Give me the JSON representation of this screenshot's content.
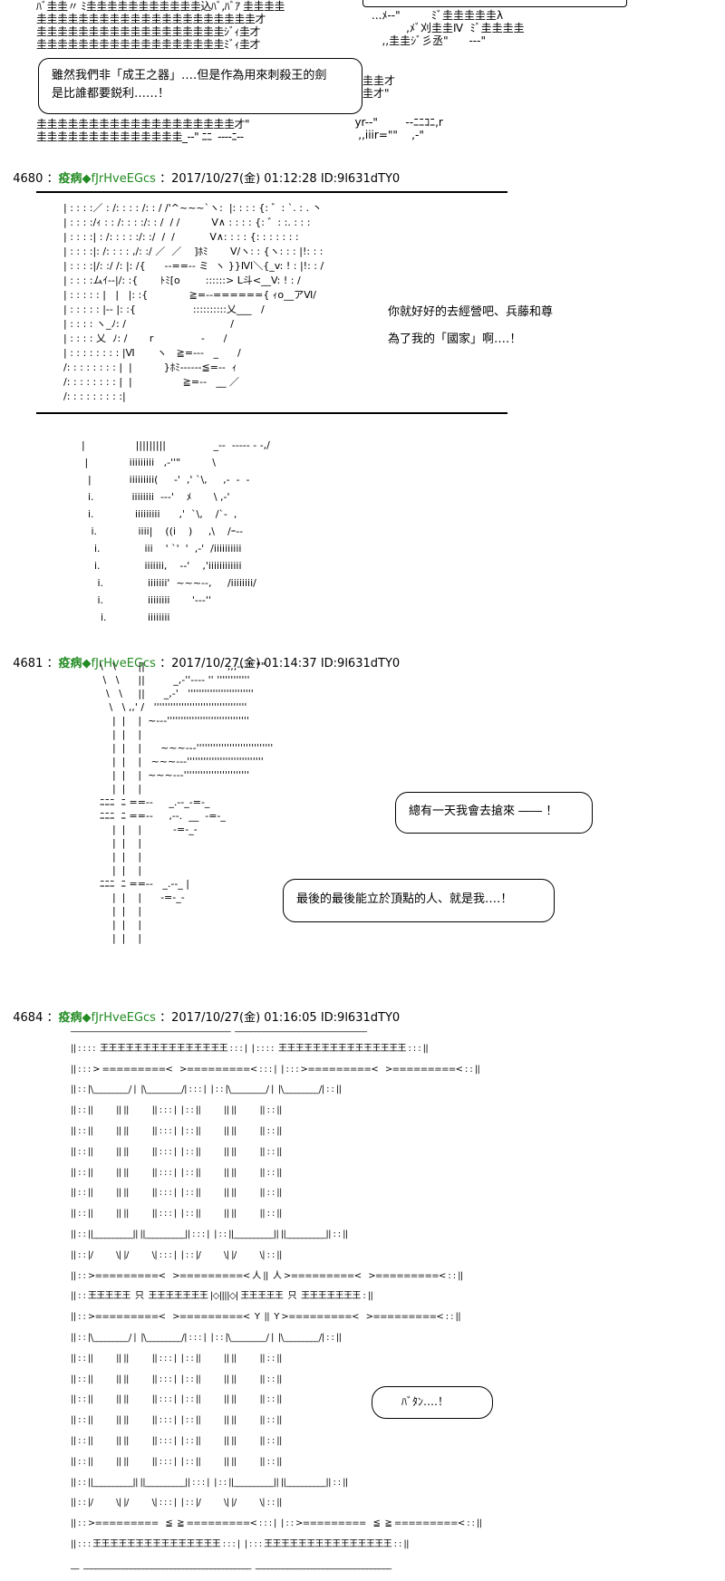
{
  "panel1": {
    "art_top": "ﾊﾞ圭圭〃 ﾐ圭圭圭圭圭圭圭圭圭圭圭込ﾊﾞ,ﾊﾞｱ 圭圭圭圭\n圭圭圭圭圭圭圭圭圭圭圭圭圭圭圭圭圭圭圭圭圭才\n圭圭圭圭圭圭圭圭圭圭圭圭圭圭圭圭圭圭ｼﾞｨ圭才\n圭圭圭圭圭圭圭圭圭圭圭圭圭圭圭圭圭圭ﾐﾞｨ圭才",
    "art_right_top": "...ﾒ--\"         ﾐﾞ圭圭圭圭圭λ\n          ,ﾒﾞ刈圭圭Ⅳ  ﾐﾞ圭圭圭圭\n   ,,圭圭ｼﾞ彡丞\"      ---\"",
    "art_bottom": "圭圭圭圭圭圭圭圭圭圭圭圭圭圭圭圭圭圭圭才\"\n圭圭圭圭圭圭圭圭圭圭圭圭圭圭_--\" ﾆﾆ  ----ﾆ--",
    "art_bottom_right": "   yr--\"        --ﾆﾆｺﾆ,r\n    ,,iiir=\"\"    ,-\"",
    "bubble_line1": "雖然我們非「成王之器」‥‥但是作為用來刺殺王的劍",
    "bubble_line2": "是比誰都要鋭利‥‥‥！",
    "bubble_side": "圭圭才\n圭才\""
  },
  "posts": [
    {
      "number": "4680",
      "name": "疫病",
      "trip": "◆fJrHveEGcs",
      "date": "2017/10/27(金) 01:12:28",
      "id": "ID:9l631dTY0"
    },
    {
      "number": "4681",
      "name": "疫病",
      "trip": "◆fJrHveEGcs",
      "date": "2017/10/27(金) 01:14:37",
      "id": "ID:9l631dTY0"
    },
    {
      "number": "4684",
      "name": "疫病",
      "trip": "◆fJrHveEGcs",
      "date": "2017/10/27(金) 01:16:05",
      "id": "ID:9l631dTY0"
    }
  ],
  "panel2": {
    "line1": "你就好好的去經營吧、兵藤和尊",
    "line2": "為了我的「國家」啊‥‥！",
    "art": "| : : : :／ : /: : : : /: : / /'^~~~`ヽ:  |: : : : {: ゛: `. : . 丶\n| : : : :/ｨ : : /: : : :/: : /  / /          V∧ : : : : {: ゛: :. : : :\n| : : : :| : /: : : : :/: :/  /  /           V∧: : : : {: : : : : : :\n| : : : :|: /: : : : ,/: :/ ／  ／    ]ﾎﾐ       V/ヽ: : {ヽ: : : |!: : :\n| : : : :|/: :/ /: |: /{      --==-- ミ  ヽ }}ⅣⅠ＼{_v: ! : |!: : /\n| : : : :ムｲ--|/: :{       ﾄﾐ[o        ::::::> L斗<__V: ! : /\n| : : : : : |   |   |: :{             ≧=--======{ ｨo__アⅥ/\n| : : : : : |-- |: :{                  ::::::::::乂___   /\n| : : : : ヽ_ﾉ: /                                 /\n| : : : : 乂  ﾉ: /       r               -      /\n| : : : : : : : : |Ⅵ       ヽ   ≧=---   _      /\n/: : : : : : : : |  |          }ﾎﾐ------≦=--  ｨ\n/: : : : : : : : |  |                ≧=--   __ ／\n/: : : : : : : : :|",
    "art2": "|                |||||||||               _--  ----- - -,/\n |             iiiiiiiii   ,-''\"          \\\n  |            iiiiiiiii(     -'  ,' `\\,     ,-  -  -\n  i.            iiiiiiii  ---'    ﾒ       \\ ,-'\n  i.             iiiiiiiii      ,'  `\\,    /`-  ,\n   i.             iiii|    ((i    )     ,\\    /ｰ--\n    i.              iii    ' `'  '  ,-'  /iiiiiiiiii\n    i.              iiiiiii,    --'    ,'iiiiiiiiiiii\n     i.              iiiiiii'  ~~~--,     /iiiiiiii/\n     i.              iiiiiiii       '---''\n      i.             iiiiiiii"
  },
  "panel3": {
    "bubble1": "總有一天我會去搶來 ―― ！",
    "bubble2": "最後的最後能立於頂點的人、就是我‥‥！",
    "art": "\\   \\       ||                          ,,,---'' \"\"\n \\   \\      ||         _,-''---- '' ''''''''''''\n  \\   \\     ||      _,-'   ''''''''''''''''''''''''\n   \\   \\ ,,' /   ''''''''''''''''''''''''''''''''''\n    |  |    |  ~---''''''''''''''''''''''''''''''\n    |  |    |\n    |  |    |      ~~~---''''''''''''''''''''''''''''\n    |  |    |   ~~~---''''''''''''''''''''''''''''\n    |  |    |  ~~~---''''''''''''''''''''''''\n    |  |    |\nﾆﾆﾆ  ﾆ ==--     _.--_-=-_\nﾆﾆﾆ  ﾆ ==--     ,--.  __  -=-_\n    |  |    |          -=-_-\n    |  |    |\n    |  |    |\n    |  |    |\nﾆﾆﾆ  ﾆ ==--   _.--_ |\n    |  |    |      -=-_-\n    |  |    |\n    |  |    |\n    |  |    |"
  },
  "panel4": {
    "sfx": "ﾊﾞﾀﾝ‥‥！",
    "art": "________________________________________  _________________________________\n|| : : : :  王王王王王王王王王王王王王王王 : : : |  | : : : :  王王王王王王王王王王王王王王王 : : : ||\n|| : : : > =========<   >=========< : : : |  | : : : >=========<   >=========< : : ||\n|| : : |\\_________/ |  |\\_________/| : : : |  | : : |\\_________/ |  |\\_________/| : : ||\n|| : : ||          || ||          || : : : |  | : : ||          || ||          || : : ||\n|| : : ||          || ||          || : : : |  | : : ||          || ||          || : : ||\n|| : : ||          || ||          || : : : |  | : : ||          || ||          || : : ||\n|| : : ||          || ||          || : : : |  | : : ||          || ||          || : : ||\n|| : : ||          || ||          || : : : |  | : : ||          || ||          || : : ||\n|| : : ||          || ||          || : : : |  | : : ||          || ||          || : : ||\n|| : : ||__________|| ||__________|| : : : |  | : : ||__________|| ||__________|| : : ||\n|| : : |/          \\| |/          \\| : : : |  | : : |/          \\| |/          \\| : : ||\n|| : : >=========<   >=========< 人 ||  人 >=========<   >=========< : : ||\n|| : : 王王王王王  只  王王王王王王王 |◇||||◇| 王王王王王  只  王王王王王王王 : ||\n|| : : >=========<   >=========<  Y  ||  Y >=========<   >=========< : : ||\n|| : : |\\_________/ |  |\\_________/| : : : |  | : : |\\_________/ |  |\\_________/| : : ||\n|| : : ||          || ||          || : : : |  | : : ||          || ||          || : : ||\n|| : : ||          || ||          || : : : |  | : : ||          || ||          || : : ||\n|| : : ||          || ||          || : : : |  | : : ||          || ||          || : : ||\n|| : : ||          || ||          || : : : |  | : : ||          || ||          || : : ||\n|| : : ||          || ||          || : : : |  | : : ||          || ||          || : : ||\n|| : : ||          || ||          || : : : |  | : : ||          || ||          || : : ||\n|| : : ||__________|| ||__________|| : : : |  | : : ||__________|| ||__________|| : : ||\n|| : : |/          \\| |/          \\| : : : |  | : : |/          \\| |/          \\| : : ||\n|| : : >=========   ≦  ≧ =========< : : : |  | : : >=========   ≦  ≧ =========< : : ||\n|| : : : 王王王王王王王王王王王王王王王 : : : |  | : : : 王王王王王王王王王王王王王王王 : : ||\n__  __________________________________________  __________________________________"
  }
}
